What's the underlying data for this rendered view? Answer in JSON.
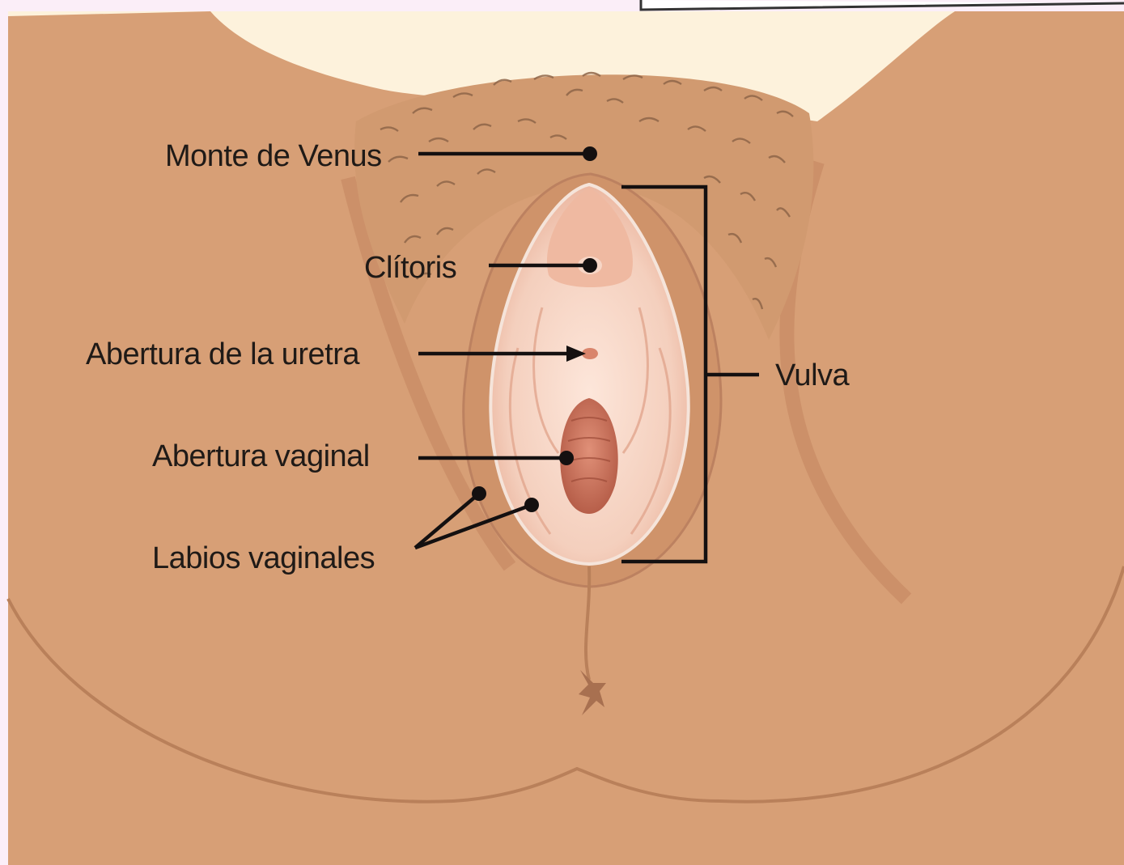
{
  "diagram": {
    "labels": {
      "mons": "Monte de Venus",
      "clitoris": "Clítoris",
      "urethra": "Abertura de la uretra",
      "vaginal_opening": "Abertura vaginal",
      "labia": "Labios vaginales",
      "vulva": "Vulva"
    },
    "colors": {
      "page_background": "#fbeef8",
      "backdrop": "#fdf2dc",
      "skin": "#d79f76",
      "skin_shadow": "#c48761",
      "hair": "#8f6649",
      "inner_tissue": "#f3cdb8",
      "opening": "#c8705a",
      "leader": "#141010"
    }
  }
}
